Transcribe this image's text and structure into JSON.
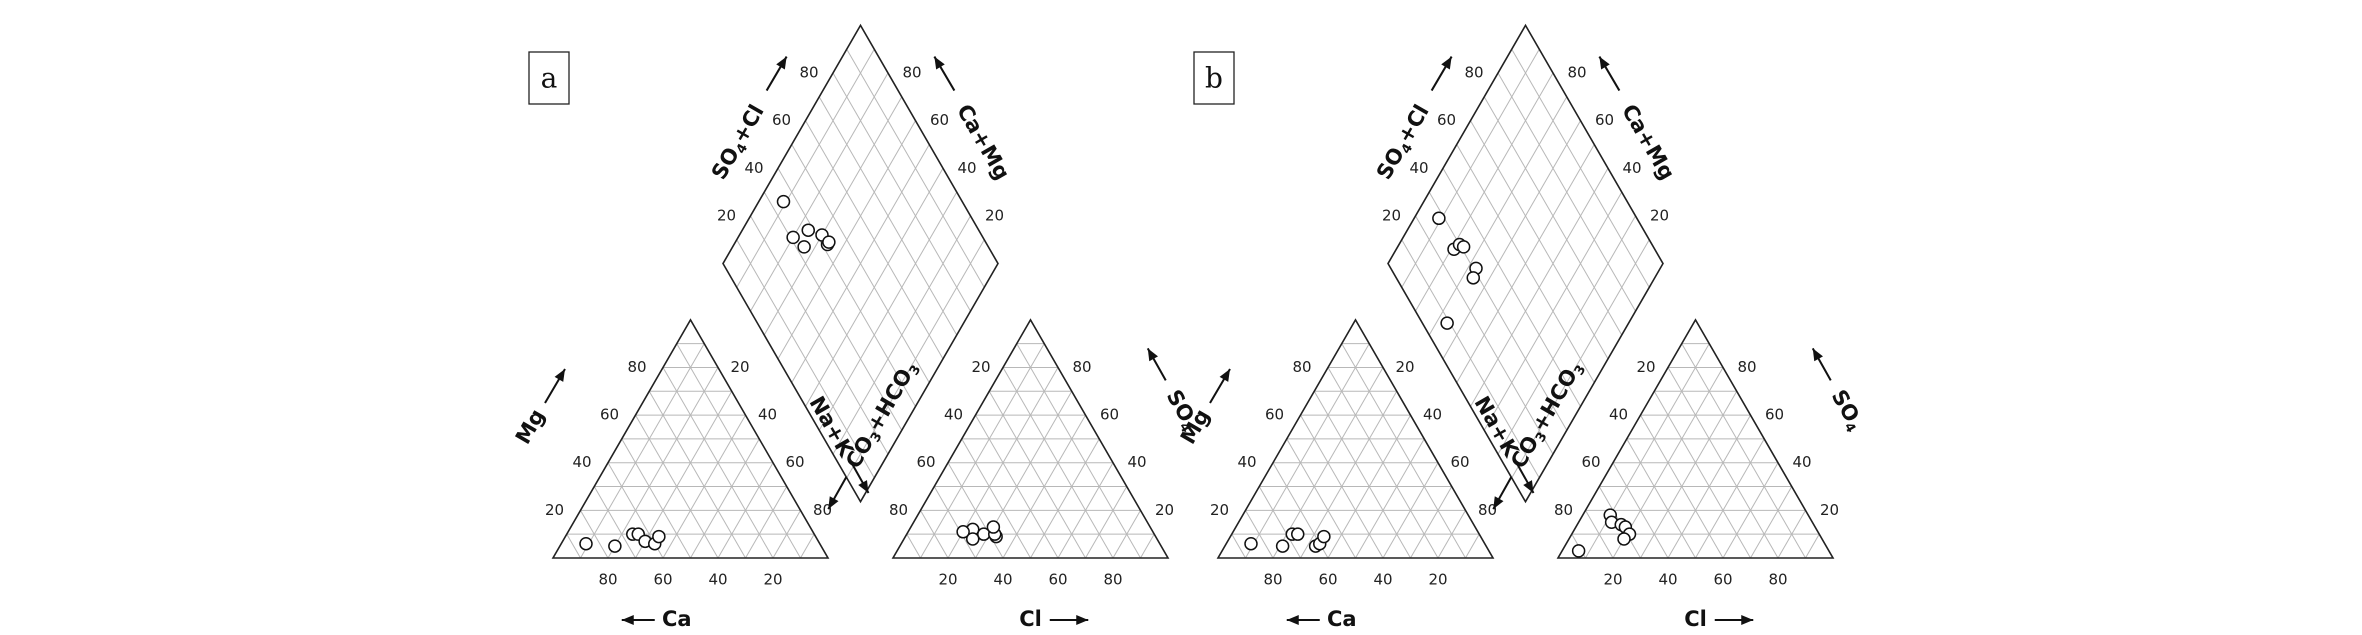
{
  "figure": {
    "type": "piper_diagram",
    "tick_labels": [
      "20",
      "40",
      "60",
      "80"
    ],
    "axis_labels": {
      "cation_left": "Mg",
      "cation_bottom": "Ca",
      "cation_right": "Na+K",
      "anion_left": "CO3+HCO3",
      "anion_bottom": "Cl",
      "anion_right": "SO4",
      "diamond_upper_left": "SO4+Cl",
      "diamond_upper_right": "Ca+Mg"
    }
  },
  "panels": [
    {
      "label": "a",
      "samples": [
        {
          "ca": 85,
          "mg": 6,
          "so4": 12,
          "cl": 23
        },
        {
          "ca": 75,
          "mg": 5,
          "so4": 11,
          "cl": 20
        },
        {
          "ca": 66,
          "mg": 10,
          "so4": 10,
          "cl": 28
        },
        {
          "ca": 64,
          "mg": 10,
          "so4": 8,
          "cl": 25
        },
        {
          "ca": 63,
          "mg": 7,
          "so4": 9,
          "cl": 33
        },
        {
          "ca": 60,
          "mg": 6,
          "so4": 10,
          "cl": 32
        },
        {
          "ca": 57,
          "mg": 9,
          "so4": 13,
          "cl": 30
        }
      ]
    },
    {
      "label": "b",
      "samples": [
        {
          "ca": 85,
          "mg": 6,
          "so4": 18,
          "cl": 10
        },
        {
          "ca": 74,
          "mg": 5,
          "so4": 15,
          "cl": 12
        },
        {
          "ca": 68,
          "mg": 10,
          "so4": 14,
          "cl": 16
        },
        {
          "ca": 66,
          "mg": 10,
          "so4": 13,
          "cl": 18
        },
        {
          "ca": 62,
          "mg": 5,
          "so4": 10,
          "cl": 21
        },
        {
          "ca": 60,
          "mg": 6,
          "so4": 8,
          "cl": 20
        },
        {
          "ca": 57,
          "mg": 9,
          "so4": 3,
          "cl": 6
        }
      ]
    }
  ]
}
